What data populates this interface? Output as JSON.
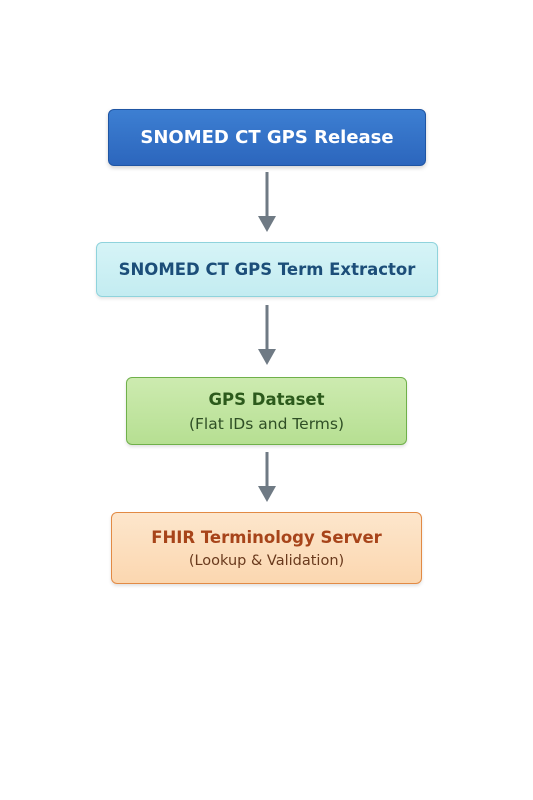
{
  "nodes": [
    {
      "title": "SNOMED CT GPS Release",
      "color": "#2c66bd"
    },
    {
      "title": "SNOMED CT GPS Term Extractor",
      "color": "#c3ecf1"
    },
    {
      "title": "GPS Dataset",
      "subtitle": "(Flat IDs and Terms)",
      "color": "#b6df92"
    },
    {
      "title": "FHIR Terminology Server",
      "subtitle": "(Lookup & Validation)",
      "color": "#fbd7b0"
    }
  ],
  "arrow_color": "#6f7a84"
}
